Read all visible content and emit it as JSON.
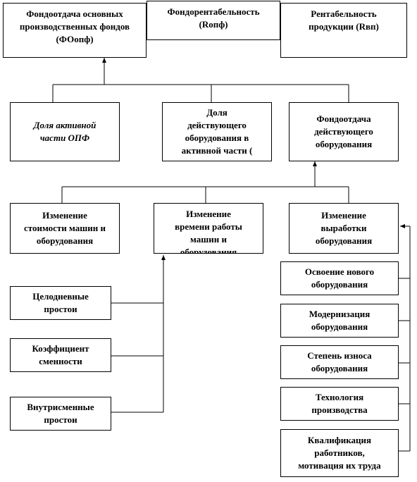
{
  "top": {
    "fundOutput": "Фондоотдача основных\nпроизводственных фондов\n(ФОопф)",
    "fundReturn": "Фондорентабельность\n(Rопф)",
    "productProfit": "Рентабельность\nпродукции (Rвп)"
  },
  "middle": {
    "activeShare": "Доля активной\nчасти ОПФ",
    "operatingEquipShare": "Доля\nдействующего\nоборудования в\nактивной части (",
    "operatingEquipOutput": "Фондоотдача\nдействующего\nоборудования"
  },
  "level3": {
    "machineCost": "Изменение\nстоимости машин и\nоборудования",
    "workTime": "Изменение\nвремени работы\nмашин и\nоборудования",
    "equipOutput": "Изменение\nвыработки\nоборудования"
  },
  "leftFactors": {
    "wholeDay": "Целодневные\nпростои",
    "shiftCoef": "Коэффициент\nсменности",
    "intraShift": "Внутрисменные\nпростои"
  },
  "rightFactors": {
    "newEquip": "Освоение нового\nоборудования",
    "modernization": "Модернизация\nоборудования",
    "wear": "Степень износа\nоборудования",
    "technology": "Технология\nпроизводства",
    "qualification": "Квалификация\nработников,\nмотивация их труда"
  }
}
